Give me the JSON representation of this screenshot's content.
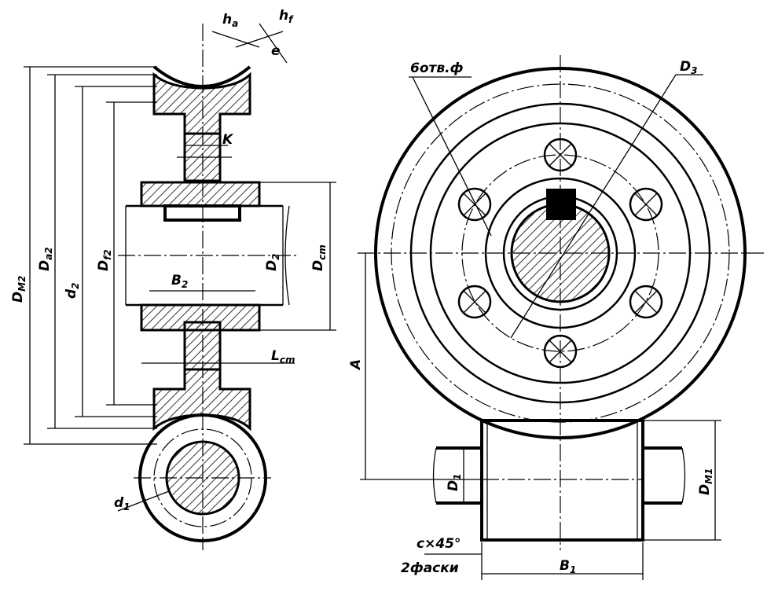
{
  "left_view": {
    "labels": {
      "ha": "h",
      "ha_sub": "a",
      "hf": "h",
      "hf_sub": "f",
      "e": "e",
      "K": "K",
      "Dm2": "D",
      "Dm2_sub": "M2",
      "Da2": "D",
      "Da2_sub": "a2",
      "d2": "d",
      "d2_sub": "2",
      "Df2": "D",
      "Df2_sub": "f2",
      "B2": "B",
      "B2_sub": "2",
      "D2": "D",
      "D2_sub": "2",
      "Dst": "D",
      "Dst_sub": "cm",
      "Lst": "L",
      "Lst_sub": "cm",
      "d1": "d",
      "d1_sub": "1"
    }
  },
  "right_view": {
    "labels": {
      "holes": "6отв.ф",
      "D3": "D",
      "D3_sub": "3",
      "A": "A",
      "D1": "D",
      "D1_sub": "1",
      "Dm1": "D",
      "Dm1_sub": "M1",
      "chamfer": "c×45°",
      "chamfer_note": "2фаски",
      "B1": "B",
      "B1_sub": "1"
    }
  }
}
